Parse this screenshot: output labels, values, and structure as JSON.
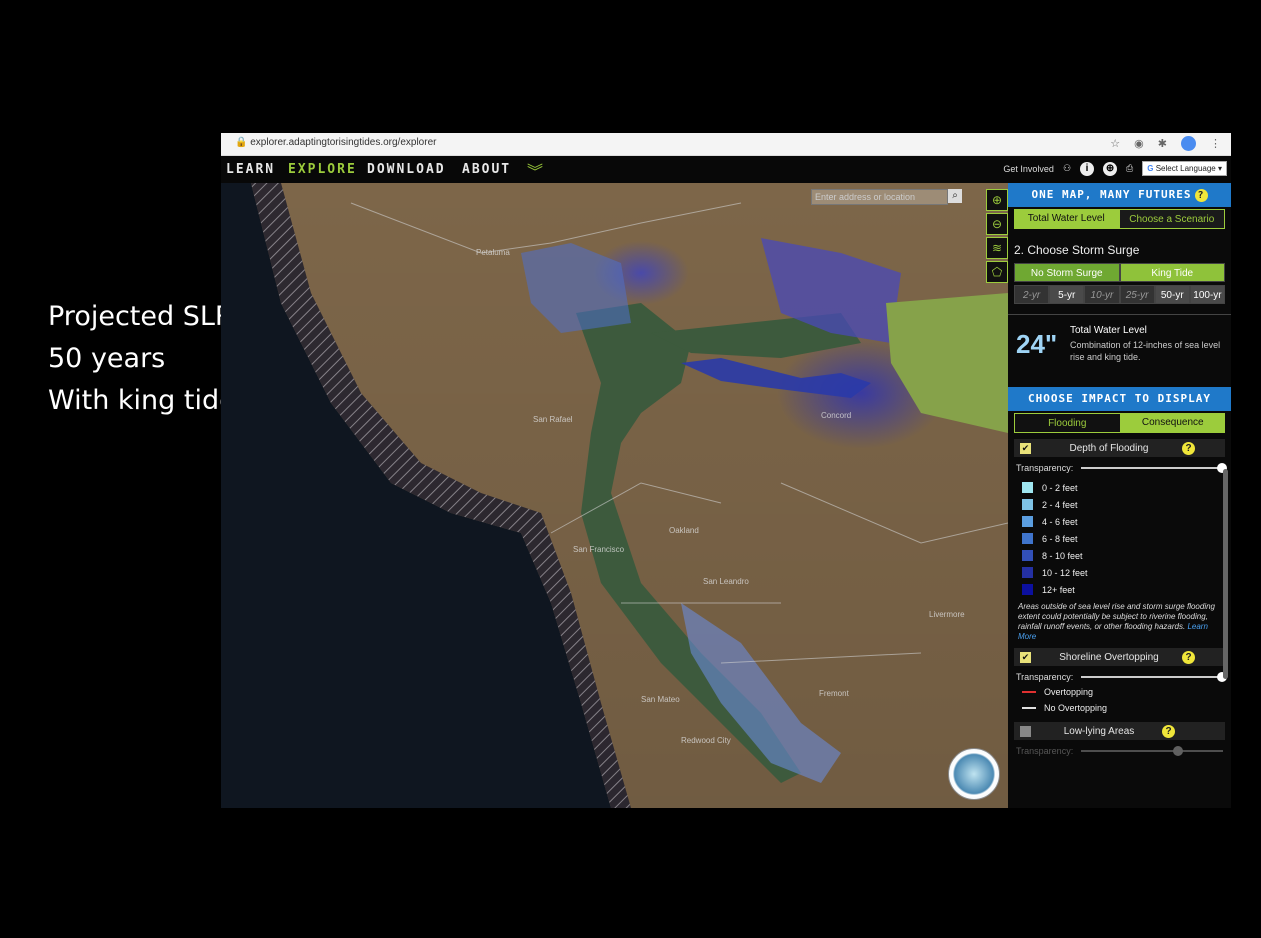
{
  "caption": {
    "line1": "Projected SLR",
    "line2": "50 years",
    "line3": "With king tide"
  },
  "browser": {
    "url": "explorer.adaptingtorisingtides.org/explorer"
  },
  "nav": {
    "learn": "LEARN",
    "explore": "EXPLORE",
    "download": "DOWNLOAD",
    "about": "ABOUT",
    "get_involved": "Get Involved",
    "select_language": "Select Language"
  },
  "map": {
    "search_placeholder": "Enter address or location",
    "places": [
      "Petaluma",
      "San Rafael",
      "San Francisco",
      "Oakland",
      "San Leandro",
      "San Mateo",
      "Redwood City",
      "Fremont",
      "Livermore",
      "Concord"
    ]
  },
  "panel": {
    "header": "ONE MAP, MANY FUTURES",
    "tab_total": "Total Water Level",
    "tab_scenario": "Choose a Scenario",
    "storm_title": "2. Choose Storm Surge",
    "no_surge": "No Storm Surge",
    "king_tide": "King Tide",
    "periods": [
      "2-yr",
      "5-yr",
      "10-yr",
      "25-yr",
      "50-yr",
      "100-yr"
    ],
    "twl_value": "24\"",
    "twl_title": "Total Water Level",
    "twl_desc": "Combination of 12-inches of sea level rise and king tide.",
    "impact_header": "CHOOSE IMPACT TO DISPLAY",
    "tab_flooding": "Flooding",
    "tab_consequence": "Consequence",
    "depth_label": "Depth of Flooding",
    "transparency": "Transparency:",
    "legend": [
      {
        "label": "0 - 2 feet",
        "color": "#9fe6f0"
      },
      {
        "label": "2 - 4 feet",
        "color": "#7fc3e6"
      },
      {
        "label": "4 - 6 feet",
        "color": "#5b9ee0"
      },
      {
        "label": "6 - 8 feet",
        "color": "#3f74cc"
      },
      {
        "label": "8 - 10 feet",
        "color": "#3250b8"
      },
      {
        "label": "10 - 12 feet",
        "color": "#2430a4"
      },
      {
        "label": "12+ feet",
        "color": "#0c10a0"
      }
    ],
    "note": "Areas outside of sea level rise and storm surge flooding extent could potentially be subject to riverine flooding, rainfall runoff events, or other flooding hazards.",
    "learn_more": "Learn More",
    "overtopping_label": "Shoreline Overtopping",
    "overtopping": "Overtopping",
    "no_overtopping": "No Overtopping",
    "lowlying_label": "Low-lying Areas"
  }
}
